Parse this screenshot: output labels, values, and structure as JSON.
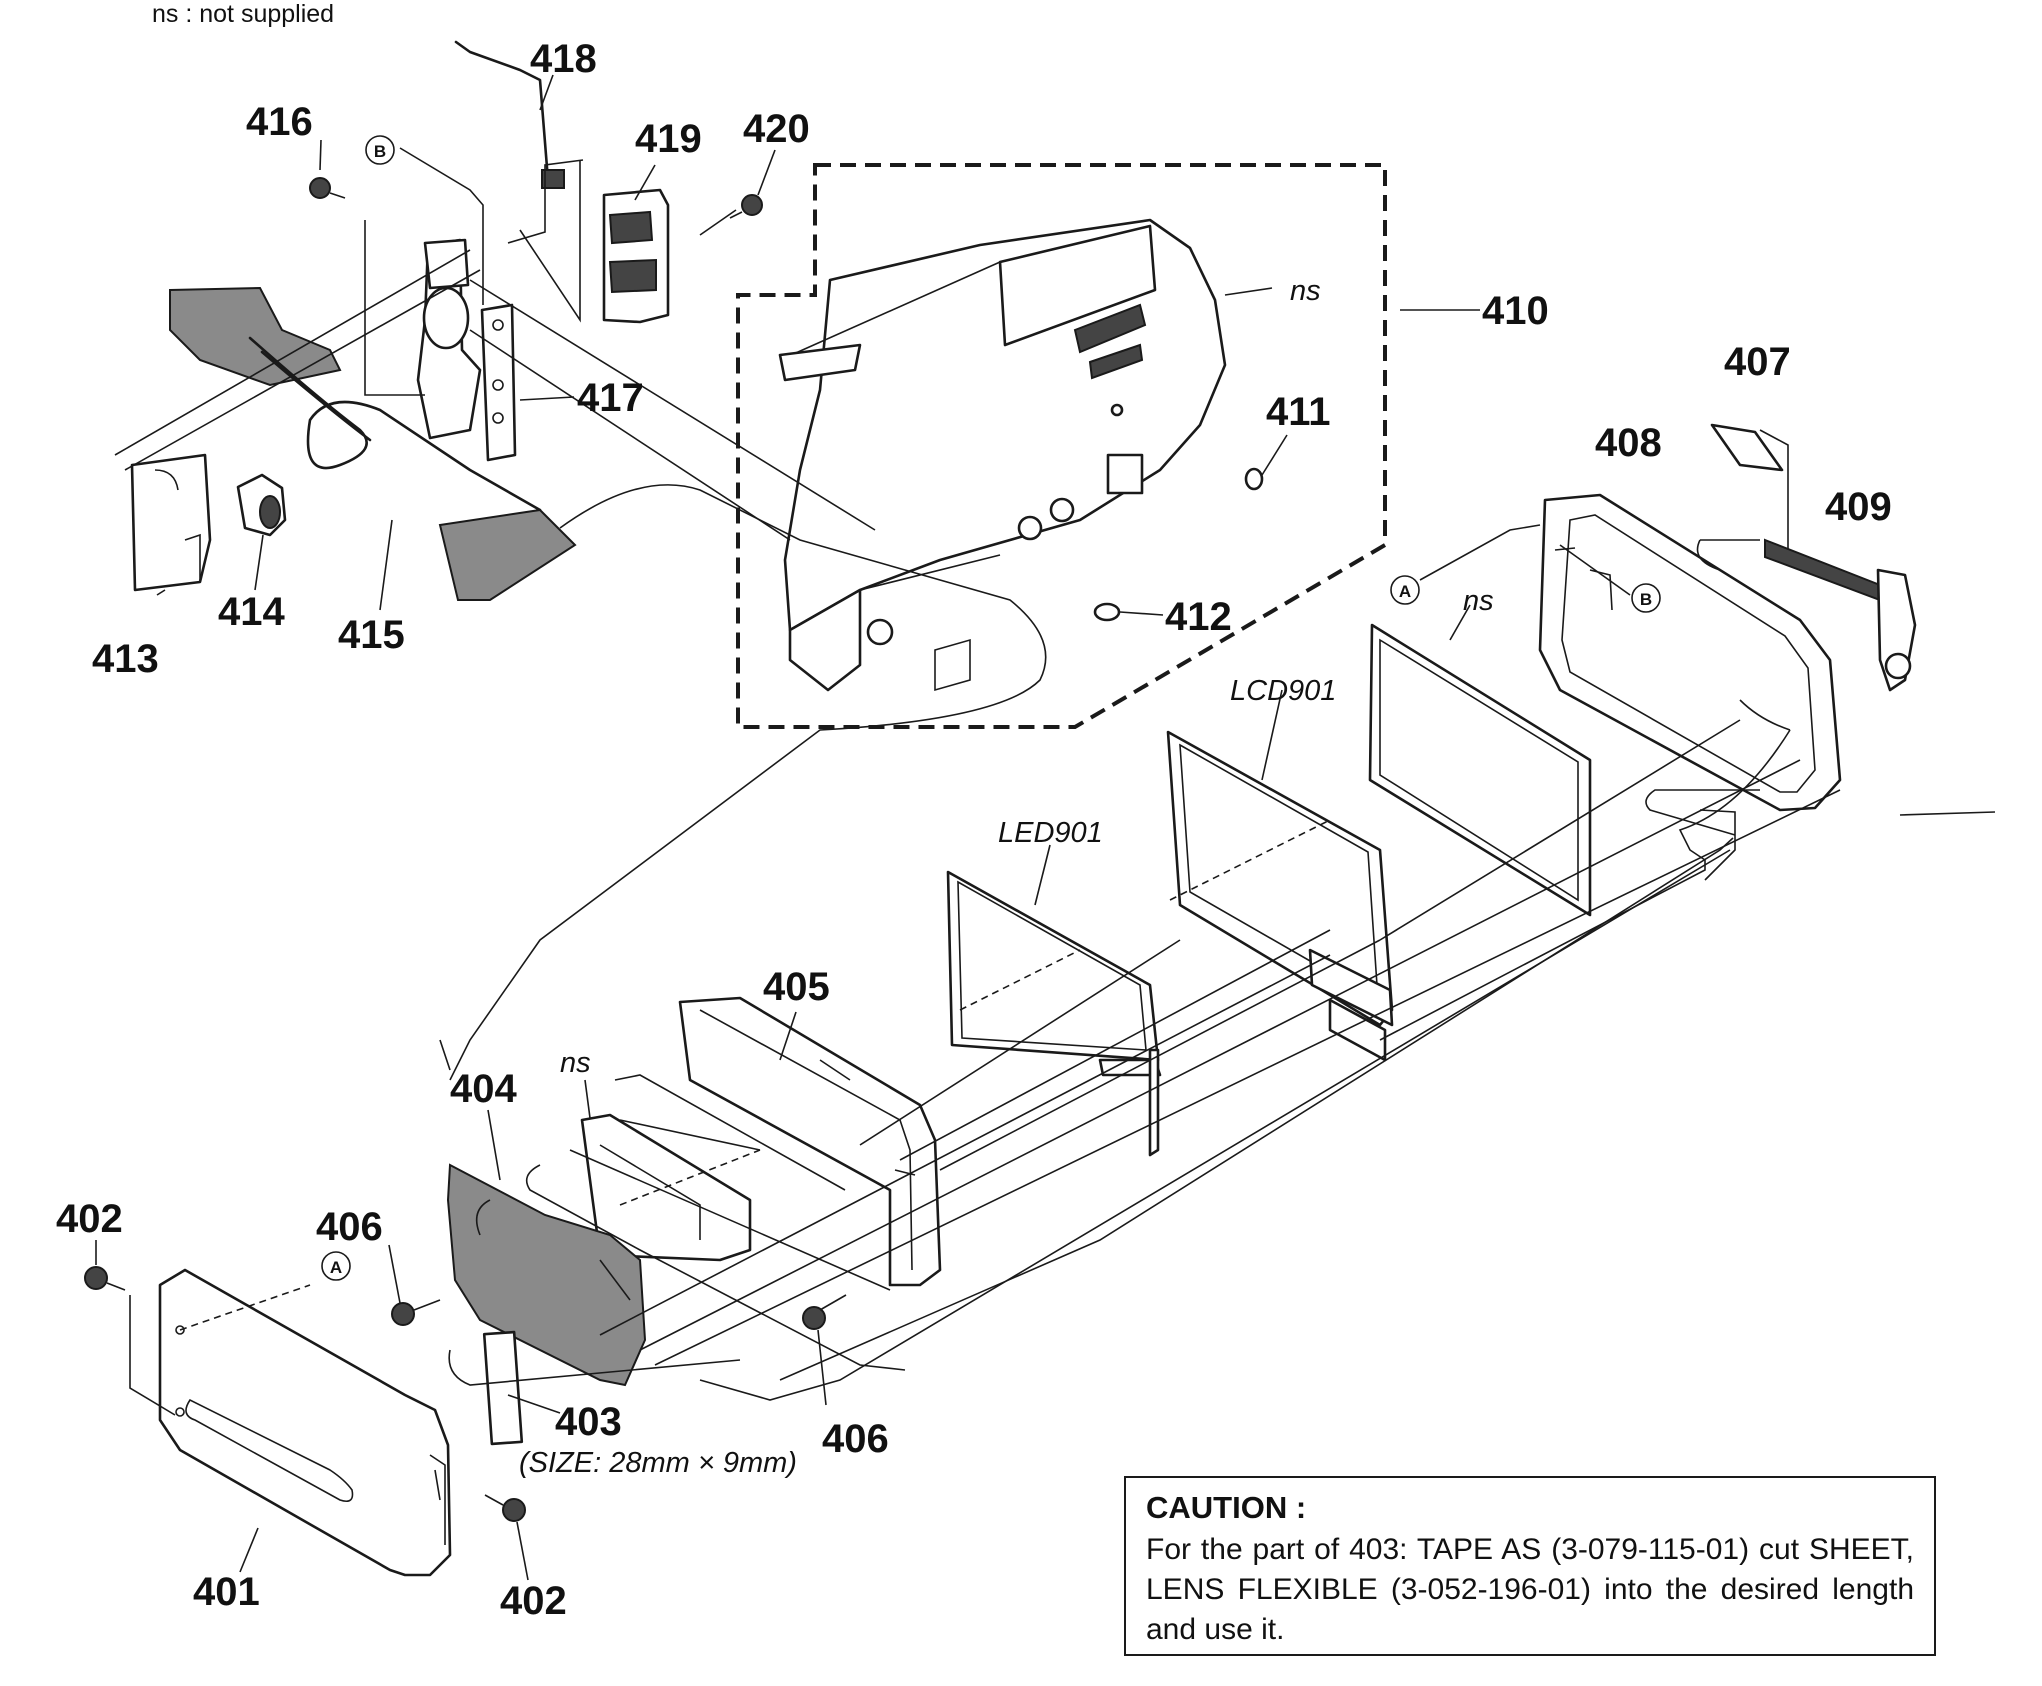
{
  "legend_note": "ns : not supplied",
  "part_labels": {
    "p401": "401",
    "p402a": "402",
    "p402b": "402",
    "p403": "403",
    "p404": "404",
    "p405": "405",
    "p406a": "406",
    "p406b": "406",
    "p407": "407",
    "p408": "408",
    "p409": "409",
    "p410": "410",
    "p411": "411",
    "p412": "412",
    "p413": "413",
    "p414": "414",
    "p415": "415",
    "p416": "416",
    "p417": "417",
    "p418": "418",
    "p419": "419",
    "p420": "420"
  },
  "component_labels": {
    "lcd": "LCD901",
    "led": "LED901",
    "ns1": "ns",
    "ns2": "ns",
    "ns3": "ns"
  },
  "size_note": "(SIZE: 28mm × 9mm)",
  "reference_marks": {
    "a": "A",
    "b": "B"
  },
  "caution": {
    "title": "CAUTION :",
    "text": "For the part of 403: TAPE AS (3-079-115-01) cut SHEET, LENS FLEXIBLE (3-052-196-01) into the desired length and use it."
  }
}
